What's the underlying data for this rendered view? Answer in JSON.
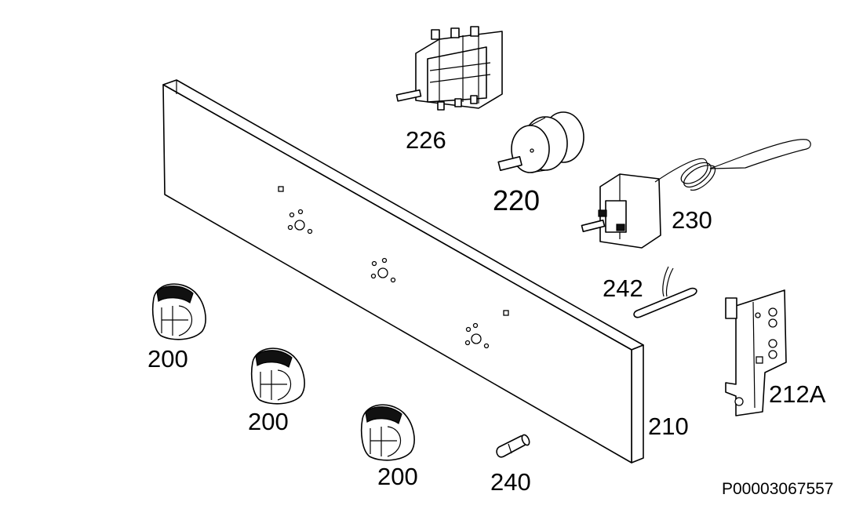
{
  "labels": {
    "knob_1": "200",
    "knob_2": "200",
    "knob_3": "200",
    "panel": "210",
    "bracket": "212A",
    "switch_226": "226",
    "switch_220": "220",
    "thermostat": "230",
    "lamp": "240",
    "sensor": "242"
  },
  "diagram_code": "P00003067557"
}
